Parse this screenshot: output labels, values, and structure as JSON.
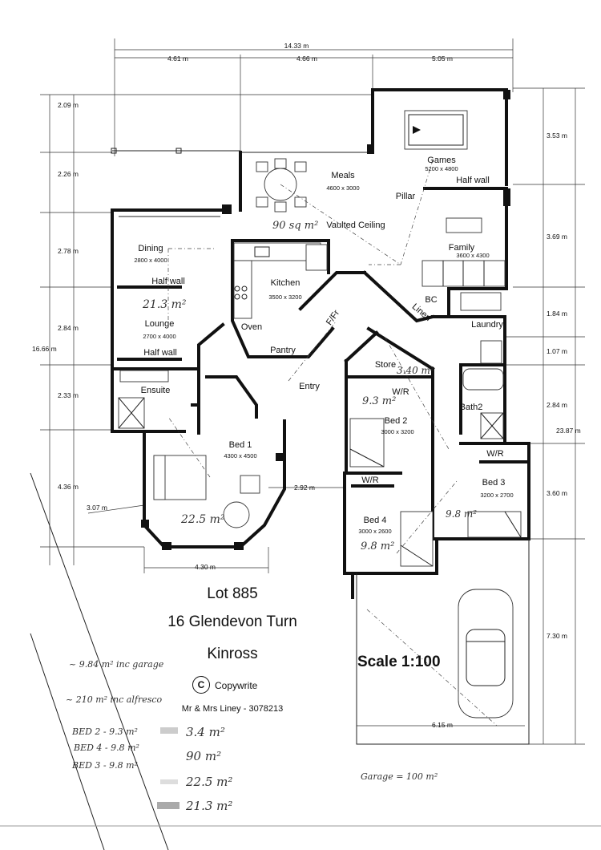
{
  "dimensions": {
    "overall_width": "14.33 m",
    "top_left": "4.61 m",
    "top_mid": "4.66 m",
    "top_right": "5.05 m",
    "left_total": "16.66 m",
    "left_1": "2.09 m",
    "left_2": "2.26 m",
    "left_3": "2.78 m",
    "left_4": "2.84 m",
    "left_5": "2.33 m",
    "left_6": "4.36 m",
    "right_total": "23.87 m",
    "right_1": "3.53 m",
    "right_2": "3.69 m",
    "right_3": "1.84 m",
    "right_4": "1.07 m",
    "right_5": "2.84 m",
    "right_6": "3.60 m",
    "right_7": "7.30 m",
    "bed1_bay": "3.07 m",
    "bed1_width": "4.30 m",
    "entry_width": "2.92 m",
    "garage_width": "6.15 m"
  },
  "rooms": {
    "games": "Games",
    "games_size": "5200 x 4800",
    "meals": "Meals",
    "meals_size": "4600 x 3000",
    "pillar": "Pillar",
    "half_wall_games": "Half wall",
    "vaulted": "Vaulted Ceiling",
    "family": "Family",
    "family_size": "3600 x 4300",
    "dining": "Dining",
    "dining_size": "2800 x 4000",
    "half_wall_dining": "Half wall",
    "kitchen": "Kitchen",
    "kitchen_size": "3500 x 3200",
    "lounge": "Lounge",
    "lounge_size": "2700 x 4000",
    "half_wall_lounge": "Half wall",
    "oven": "Oven",
    "pantry": "Pantry",
    "ffr": "F/Fr",
    "bc": "BC",
    "linen": "Linen",
    "laundry": "Laundry",
    "store": "Store",
    "ensuite": "Ensuite",
    "entry": "Entry",
    "wr_bed2": "W/R",
    "bed2": "Bed 2",
    "bed2_size": "3000 x 3200",
    "bath2": "Bath2",
    "wr_bed3": "W/R",
    "bed1": "Bed 1",
    "bed1_size": "4300 x 4500",
    "bed3": "Bed 3",
    "bed3_size": "3200 x 2700",
    "wr_bed4": "W/R",
    "bed4": "Bed 4",
    "bed4_size": "3000 x 2600"
  },
  "handwritten": {
    "meals_area": "90 sq m²",
    "lounge_area": "21.3 m²",
    "store_area": "3.40 m²",
    "bed2_area": "9.3 m²",
    "bed1_area": "22.5 m²",
    "bed3_area": "9.8 m²",
    "bed4_area": "9.8 m²",
    "note1": "~ 9.84 m² inc garage",
    "note2": "~ 210 m² inc alfresco",
    "bed2_list": "BED 2 - 9.3 m²",
    "bed4_list": "BED 4 - 9.8 m²",
    "bed3_list": "BED 3 - 9.8 m²",
    "sum1": "3.4 m²",
    "sum2": "90 m²",
    "sum3": "22.5 m²",
    "sum4": "21.3 m²",
    "garage_note": "Garage = 100 m²"
  },
  "title_block": {
    "lot": "Lot 885",
    "address": "16 Glendevon Turn",
    "suburb": "Kinross",
    "copyright_symbol": "C",
    "copyright": "Copywrite",
    "owner": "Mr & Mrs Liney - 3078213",
    "scale": "Scale 1:100"
  }
}
